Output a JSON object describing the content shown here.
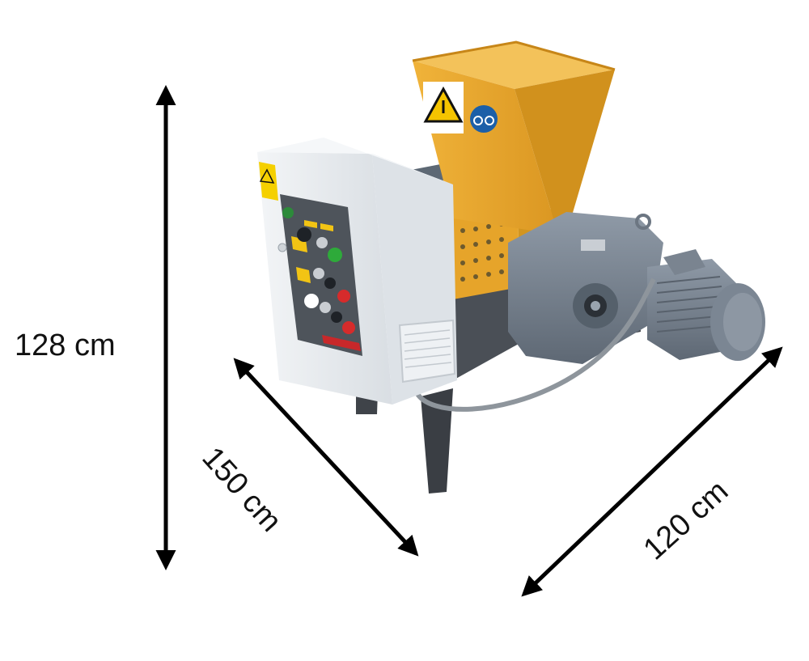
{
  "dimensions": {
    "height": "128 cm",
    "depth": "150 cm",
    "width": "120 cm"
  },
  "colors": {
    "hopper": "#E9A92B",
    "motor": "#7D8896",
    "panel": "#E8ECF0",
    "frame": "#3F4349",
    "arrow": "#000000"
  },
  "icons": [
    "warning-sign-icon",
    "eye-protection-sign-icon"
  ]
}
